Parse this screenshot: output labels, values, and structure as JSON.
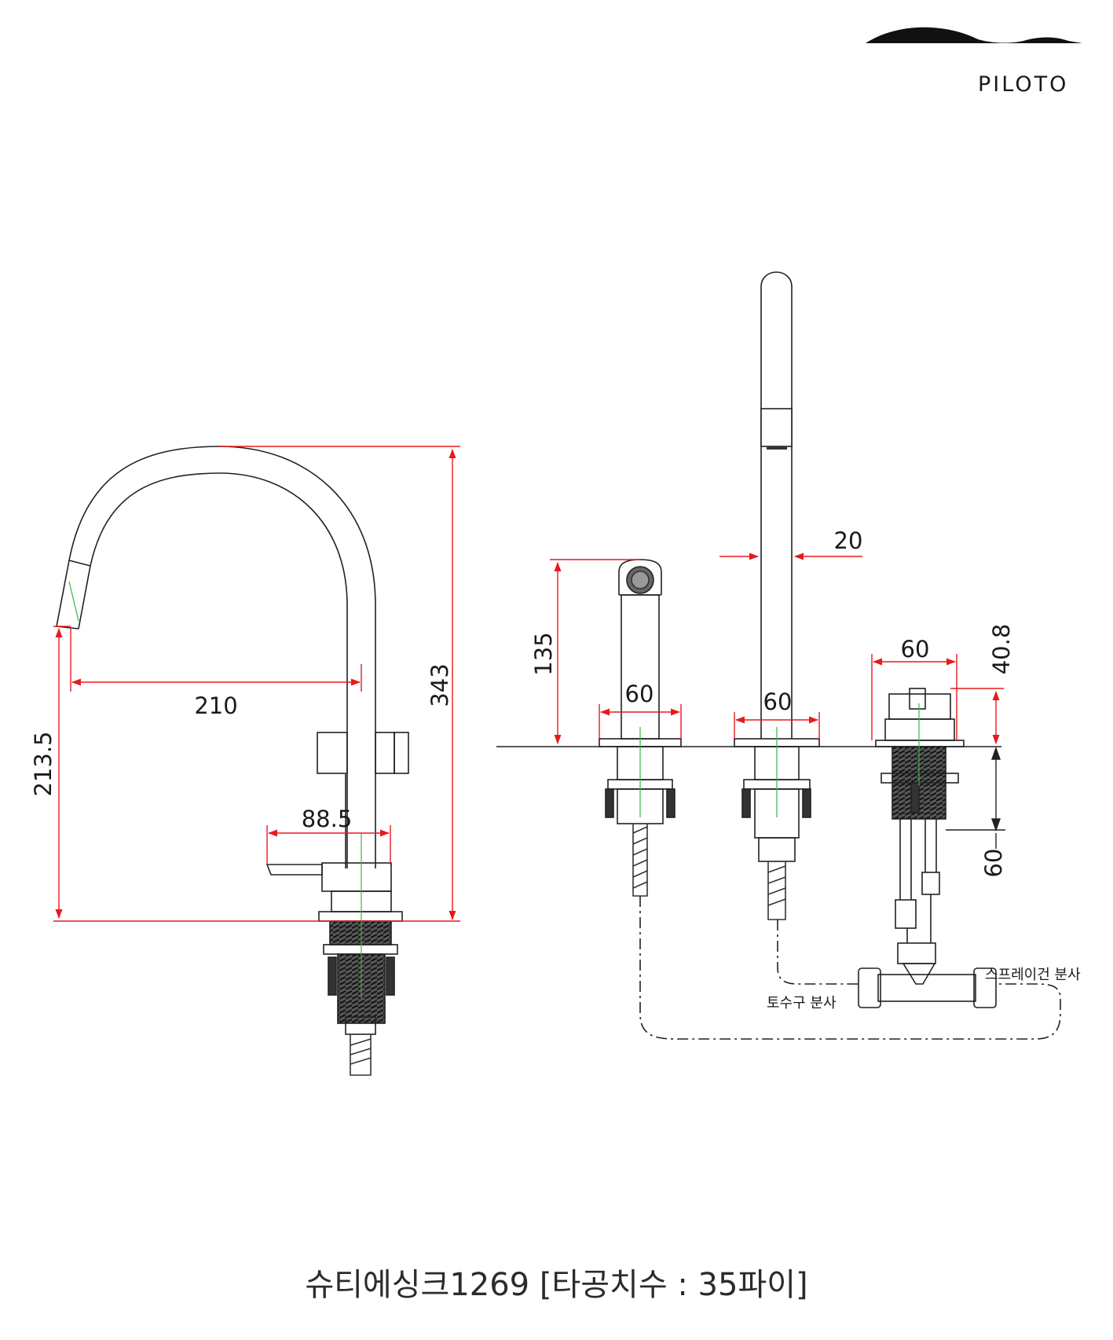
{
  "brand": {
    "name": "PILOTO"
  },
  "caption": "슈티에싱크1269 [타공치수 : 35파이]",
  "dimensions": {
    "spout_height": "343",
    "spout_reach": "210",
    "outlet_height": "213.5",
    "handle_length": "88.5",
    "spray_height": "135",
    "spray_base": "60",
    "hose_diameter": "20",
    "center_base": "60",
    "right_base_width": "60",
    "right_knob_height": "40.8",
    "right_shank": "60"
  },
  "notes": {
    "spray_gun_branch": "스프레이건 분사",
    "spout_branch": "토수구 분사"
  },
  "colors": {
    "dimension": "#e8191e",
    "line": "#222222",
    "center": "#3ab54a"
  }
}
